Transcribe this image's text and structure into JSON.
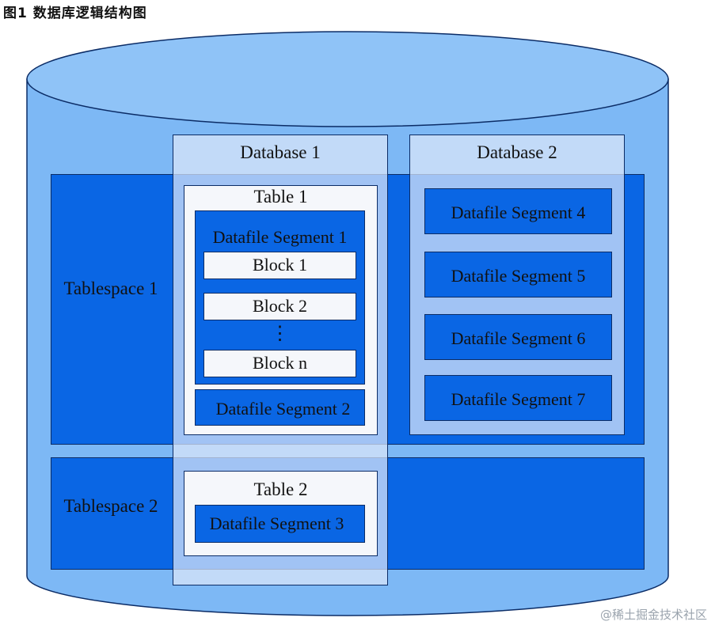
{
  "caption": "图1 数据库逻辑结构图",
  "watermark": "@稀土掘金技术社区",
  "colors": {
    "cylinder_body": "#7db8f5",
    "cylinder_top": "#8fc3f7",
    "tablespace": "#0a66e4",
    "database_box": "#cfe0f7",
    "border": "#0b2c66"
  },
  "tablespaces": [
    "Tablespace 1",
    "Tablespace 2"
  ],
  "database1": {
    "title": "Database 1",
    "table1": {
      "title": "Table 1",
      "segment1": {
        "title": "Datafile Segment 1",
        "blocks": [
          "Block 1",
          "Block 2",
          "Block n"
        ],
        "ellipsis": "⋮"
      },
      "segment2": "Datafile Segment 2"
    },
    "table2": {
      "title": "Table 2",
      "segment3": "Datafile Segment 3"
    }
  },
  "database2": {
    "title": "Database 2",
    "segments": [
      "Datafile Segment 4",
      "Datafile Segment 5",
      "Datafile Segment 6",
      "Datafile Segment 7"
    ]
  }
}
